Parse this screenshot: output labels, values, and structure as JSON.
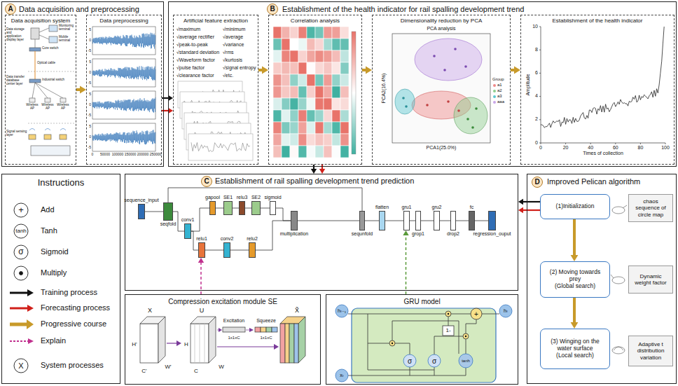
{
  "diagram": {
    "nodes": [
      {
        "text": [
          "Data acquisition and preprocessing"
        ]
      },
      {
        "text": [
          "A"
        ],
        "in": 0
      },
      {
        "text": [
          "Data acquisition system"
        ],
        "in": 0
      },
      {
        "text": [
          "Data preprocessing"
        ],
        "in": 0
      },
      {
        "text": [
          "Establishment of the health indicator for rail spalling development trend"
        ]
      },
      {
        "text": [
          "B"
        ],
        "in": 4
      },
      {
        "text": [
          "Artificial feature extraction",
          "√maximum",
          "√minimum",
          "√average rectifier",
          "√average",
          "√peak-to-peak",
          "√variance",
          "√standard deviation",
          "√rms",
          "√Waveform factor",
          "√kurtosis",
          "√pulse factor",
          "√signal entropy",
          "√clearance factor",
          "√etc."
        ],
        "in": 4
      },
      {
        "text": [
          "Correlation analysis"
        ],
        "in": 4
      },
      {
        "text": [
          "Dimensionality reduction by PCA"
        ],
        "in": 4
      },
      {
        "text": [
          "Establishment of the health indicator"
        ],
        "in": 4
      },
      {
        "text": [
          "Instructions"
        ]
      },
      {
        "text": [
          "Establishment of rail spalling development trend prediction"
        ]
      },
      {
        "text": [
          "C"
        ],
        "in": 11
      },
      {
        "text": [
          "sequence_input"
        ],
        "in": 11
      },
      {
        "text": [
          "seqfold"
        ],
        "in": 11
      },
      {
        "text": [
          "conv1"
        ],
        "in": 11
      },
      {
        "text": [
          "gapool"
        ],
        "in": 11
      },
      {
        "text": [
          "SE1"
        ],
        "in": 11
      },
      {
        "text": [
          "relu3"
        ],
        "in": 11
      },
      {
        "text": [
          "SE2"
        ],
        "in": 11
      },
      {
        "text": [
          "sigmoid"
        ],
        "in": 11
      },
      {
        "text": [
          "relu1"
        ],
        "in": 11
      },
      {
        "text": [
          "conv2"
        ],
        "in": 11
      },
      {
        "text": [
          "relu2"
        ],
        "in": 11
      },
      {
        "text": [
          "multiplication"
        ],
        "in": 11
      },
      {
        "text": [
          "sequnfold"
        ],
        "in": 11
      },
      {
        "text": [
          "flatten"
        ],
        "in": 11
      },
      {
        "text": [
          "gru1"
        ],
        "in": 11
      },
      {
        "text": [
          "grop1"
        ],
        "in": 11
      },
      {
        "text": [
          "gru2"
        ],
        "in": 11
      },
      {
        "text": [
          "drop2"
        ],
        "in": 11
      },
      {
        "text": [
          "fc"
        ],
        "in": 11
      },
      {
        "text": [
          "regression_ouput"
        ],
        "in": 11
      },
      {
        "text": [
          "Improved Pelican algorithm"
        ]
      },
      {
        "text": [
          "D"
        ],
        "in": 33
      },
      {
        "text": [
          "(1)Initialization"
        ],
        "in": 33
      },
      {
        "text": [
          "chaos sequence of circle map"
        ],
        "in": 33
      },
      {
        "text": [
          "(2) Moving towards prey",
          "(Global search)"
        ],
        "in": 33
      },
      {
        "text": [
          "Dynamic weight factor"
        ],
        "in": 33
      },
      {
        "text": [
          "(3) Winging on the water surface",
          "(Local search)"
        ],
        "in": 33
      },
      {
        "text": [
          "Adaptive t distribution variation"
        ],
        "in": 33
      },
      {
        "text": [
          "Compression excitation module SE"
        ]
      },
      {
        "text": [
          "GRU model"
        ]
      }
    ],
    "edges": [
      {
        "from": 2,
        "to": 3,
        "arrow": "to"
      },
      {
        "from": 3,
        "to": 6,
        "arrow": "to"
      },
      {
        "from": 3,
        "to": 6,
        "arrow": "to"
      },
      {
        "from": 6,
        "to": 7,
        "arrow": "to"
      },
      {
        "from": 7,
        "to": 8,
        "arrow": "to"
      },
      {
        "from": 8,
        "to": 9,
        "arrow": "to"
      },
      {
        "from": 7,
        "to": 11,
        "arrow": "to"
      },
      {
        "from": 7,
        "to": 11,
        "arrow": "to"
      },
      {
        "from": 13,
        "to": 14,
        "arrow": "none"
      },
      {
        "from": 14,
        "to": 15,
        "arrow": "none"
      },
      {
        "from": 15,
        "to": 16,
        "arrow": "none"
      },
      {
        "from": 16,
        "to": 17,
        "arrow": "none"
      },
      {
        "from": 17,
        "to": 18,
        "arrow": "none"
      },
      {
        "from": 18,
        "to": 19,
        "arrow": "none"
      },
      {
        "from": 19,
        "to": 20,
        "arrow": "none"
      },
      {
        "from": 20,
        "to": 24,
        "arrow": "none"
      },
      {
        "from": 15,
        "to": 21,
        "arrow": "none"
      },
      {
        "from": 21,
        "to": 22,
        "arrow": "none"
      },
      {
        "from": 22,
        "to": 23,
        "arrow": "none"
      },
      {
        "from": 23,
        "to": 24,
        "arrow": "none"
      },
      {
        "from": 14,
        "to": 25,
        "arrow": "none"
      },
      {
        "from": 24,
        "to": 25,
        "arrow": "none"
      },
      {
        "from": 25,
        "to": 26,
        "arrow": "none"
      },
      {
        "from": 26,
        "to": 27,
        "arrow": "none"
      },
      {
        "from": 27,
        "to": 28,
        "arrow": "none"
      },
      {
        "from": 28,
        "to": 29,
        "arrow": "none"
      },
      {
        "from": 29,
        "to": 30,
        "arrow": "none"
      },
      {
        "from": 30,
        "to": 31,
        "arrow": "none"
      },
      {
        "from": 31,
        "to": 32,
        "arrow": "none"
      },
      {
        "from": 35,
        "to": 11,
        "arrow": "to"
      },
      {
        "from": 35,
        "to": 11,
        "arrow": "to"
      },
      {
        "from": 35,
        "to": 37,
        "arrow": "to"
      },
      {
        "from": 37,
        "to": 39,
        "arrow": "to"
      },
      {
        "from": 41,
        "to": 21,
        "arrow": "to"
      },
      {
        "from": 42,
        "to": 27,
        "arrow": "to"
      }
    ],
    "labels": [
      "Data storage and application display layer",
      "Data transfer database center layer",
      "Signal sensing layer",
      "Monitoring terminal",
      "Mobile terminal",
      "Core switch",
      "Optical cable",
      "Industrial switch",
      "Wireless AP",
      "Wireless AP",
      "Wireless AP",
      "5",
      "0",
      "-5",
      "5",
      "0",
      "-5",
      "5",
      "0",
      "-5",
      "5",
      "0",
      "-5",
      "0",
      "50000",
      "100000",
      "150000",
      "200000",
      "250000",
      "PCA analysis",
      "PCA2(16.4%)",
      "PCA1(25.0%)",
      "Group",
      "Amplitude",
      "Times of collection",
      "0",
      "2",
      "4",
      "6",
      "8",
      "10",
      "0",
      "20",
      "40",
      "60",
      "80",
      "100",
      "+",
      "tanh",
      "σ",
      "X",
      "X",
      "H'",
      "C'",
      "W'",
      "U",
      "H",
      "C",
      "W",
      "Excitation",
      "1x1xC",
      "Squeeze",
      "1x1xC",
      "X̃",
      "hₜ₋₁",
      "hₜ",
      "xₜ",
      "σ",
      "σ",
      "tanh",
      "1-",
      "+"
    ],
    "legend": [
      {
        "text": "a1",
        "color": "#f08a8a"
      },
      {
        "text": "a2",
        "color": "#8fcf8f"
      },
      {
        "text": "a3",
        "color": "#5cc8d0"
      },
      {
        "text": "aaa",
        "color": "#c9a6e8"
      },
      {
        "text": "Add"
      },
      {
        "text": "Tanh"
      },
      {
        "text": "Sigmoid"
      },
      {
        "text": "Multiply"
      },
      {
        "text": "Training process"
      },
      {
        "text": "Forecasting process"
      },
      {
        "text": "Progressive course"
      },
      {
        "text": "Explain"
      },
      {
        "text": "System processes"
      }
    ]
  }
}
